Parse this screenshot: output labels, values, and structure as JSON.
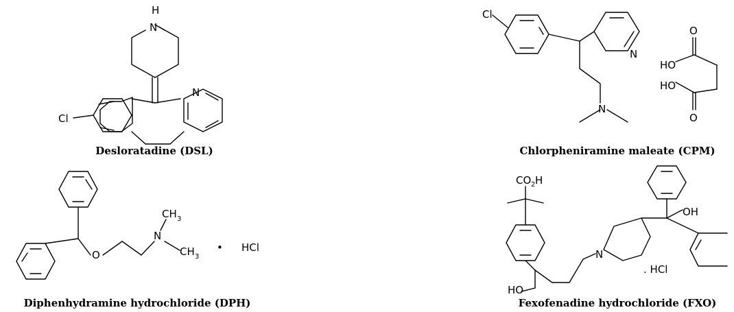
{
  "captions": {
    "dsl": "Desloratadine (DSL)",
    "cpm": "Chlorpheniramine maleate (CPM)",
    "dph": "Diphenhydramine hydrochloride (DPH)",
    "fxo": "Fexofenadine hydrochloride (FXO)"
  },
  "labels": {
    "dsl_h": "H",
    "dsl_n_top": "N",
    "dsl_n_pyr": "N",
    "dsl_cl": "Cl",
    "cpm_cl": "Cl",
    "cpm_n_pyr": "N",
    "cpm_n_amine": "N",
    "cpm_ho1": "HO",
    "cpm_ho2": "HO",
    "cpm_o1": "O",
    "cpm_o2": "O",
    "dph_o": "O",
    "dph_n": "N",
    "dph_ch3_top": "CH",
    "dph_ch3_top_sub": "3",
    "dph_ch3_bot": "CH",
    "dph_ch3_bot_sub": "3",
    "dph_dot": "•",
    "dph_hcl": "HCl",
    "fxo_co2h_a": "CO",
    "fxo_co2h_sub": "2",
    "fxo_co2h_b": "H",
    "fxo_oh": "OH",
    "fxo_n": "N",
    "fxo_hcl": ". HCl",
    "fxo_ho": "HO"
  }
}
